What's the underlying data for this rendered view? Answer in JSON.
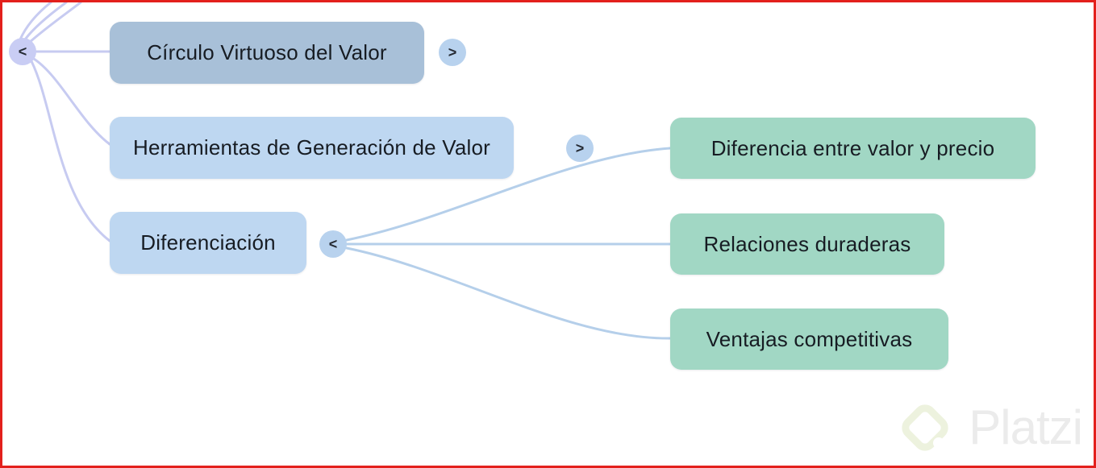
{
  "frame": {
    "background": "#ffffff",
    "border_color": "#e3201c"
  },
  "palette": {
    "selected_node_fill": "#a8c0d8",
    "branch_node_fill": "#bed7f1",
    "child_node_fill": "#a1d7c4",
    "root_toggle_fill": "#c9cdf4",
    "toggle_fill": "#b8d2ee",
    "root_link_color": "#c7cbf1",
    "branch_link_color": "#b5cfea",
    "node_text_color": "#171c23"
  },
  "root": {
    "toggle_symbol": "<"
  },
  "branches": [
    {
      "label": "Círculo Virtuoso del Valor",
      "toggle_symbol": ">",
      "state": "selected, collapsed children"
    },
    {
      "label": "Herramientas de Generación de Valor",
      "toggle_symbol": ">",
      "state": "collapsed children"
    },
    {
      "label": "Diferenciación",
      "toggle_symbol": "<",
      "state": "expanded children"
    }
  ],
  "children": [
    {
      "label": "Diferencia entre valor y precio"
    },
    {
      "label": "Relaciones duraderas"
    },
    {
      "label": "Ventajas competitivas"
    }
  ],
  "watermark": {
    "brand": "Platzi"
  }
}
